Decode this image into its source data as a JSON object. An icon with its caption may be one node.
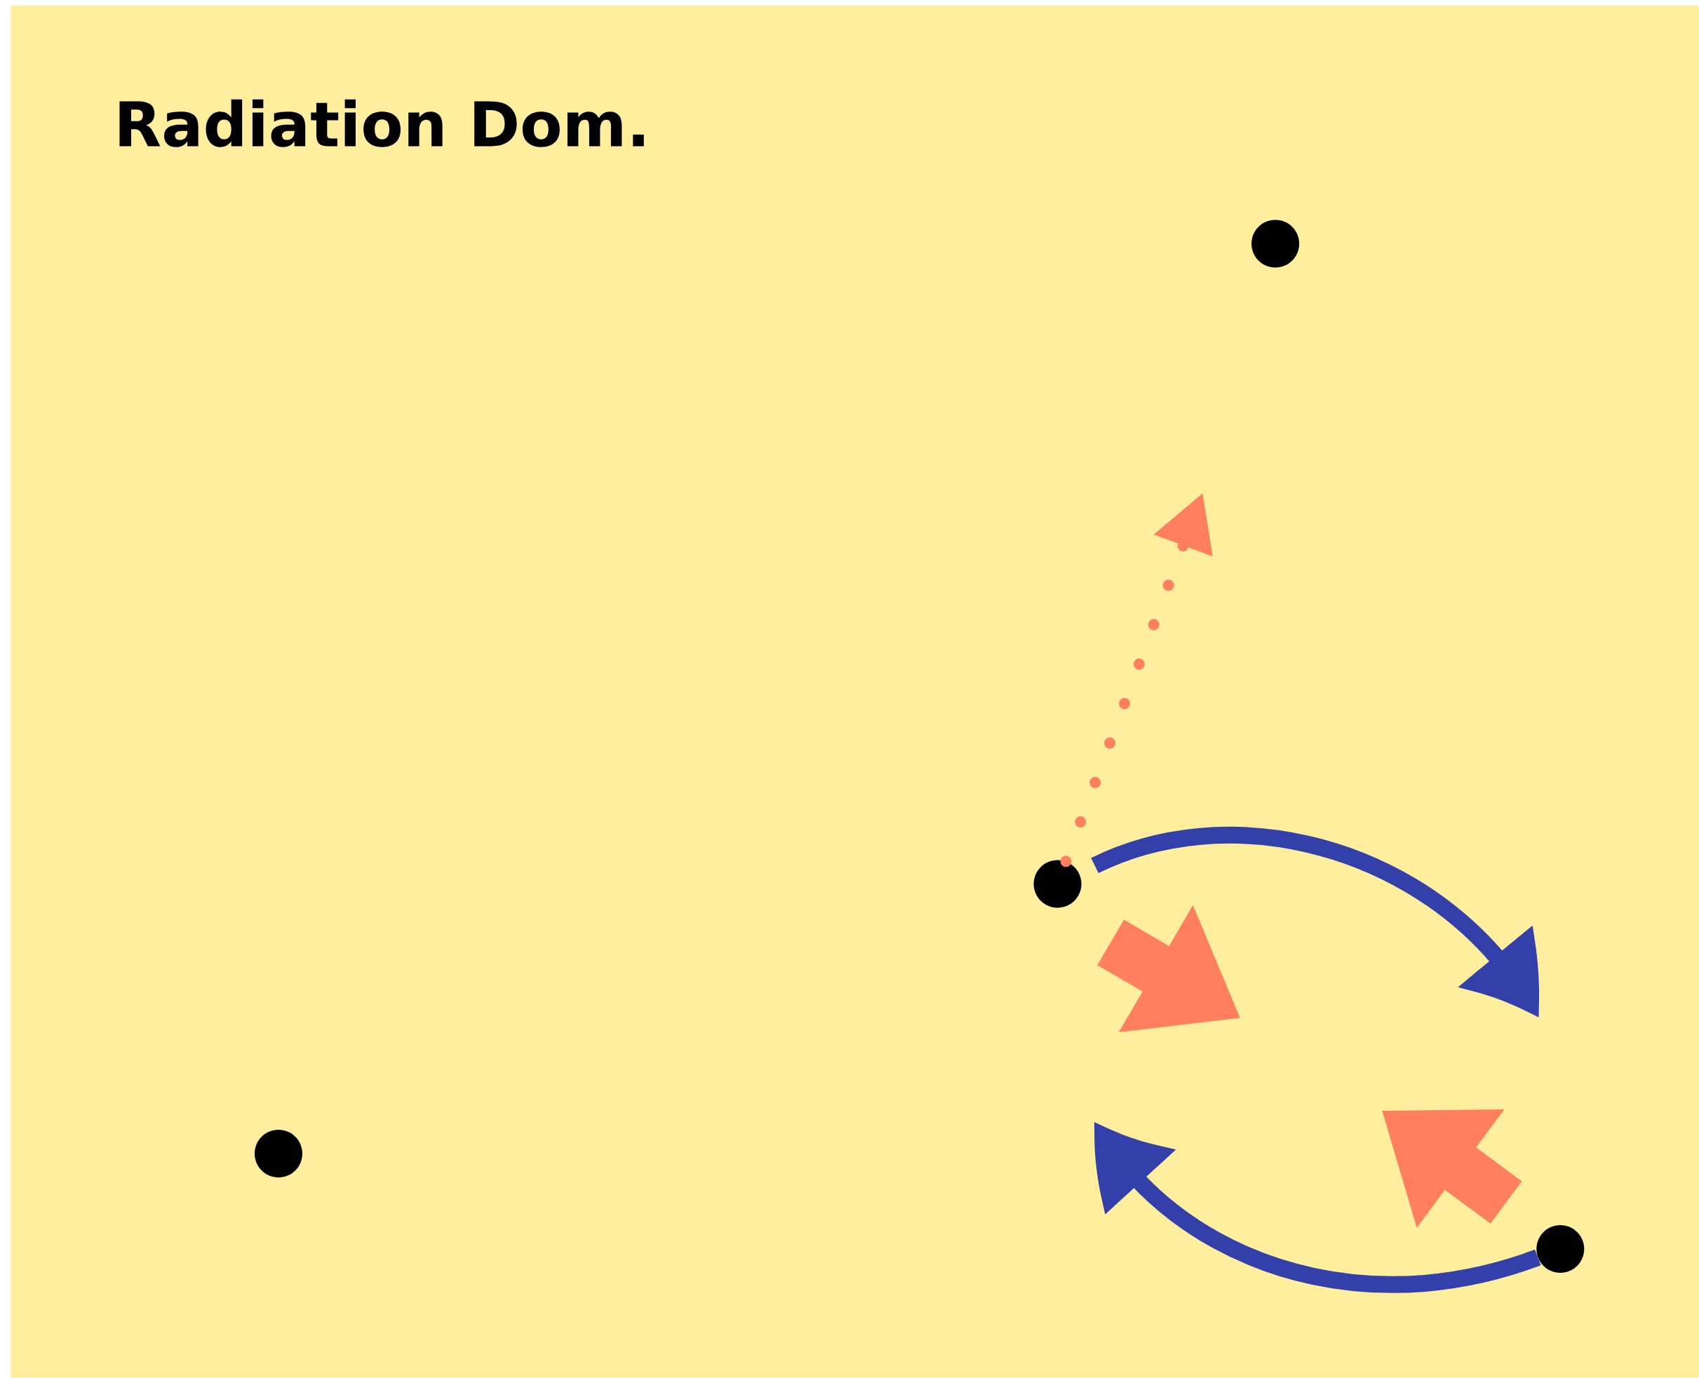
{
  "diagram": {
    "title": "Radiation Dom.",
    "nodes": [
      {
        "text": [],
        "shape": "circle"
      },
      {
        "text": [],
        "shape": "circle"
      },
      {
        "text": [],
        "shape": "circle"
      },
      {
        "text": [],
        "shape": "circle"
      }
    ],
    "edges": [
      {
        "from": 1,
        "to": null,
        "arrow": "to",
        "style": "dashed",
        "color": "#ff7f5e"
      },
      {
        "from": 1,
        "to": null,
        "arrow": "to"
      },
      {
        "from": 3,
        "to": null,
        "arrow": "to"
      }
    ]
  }
}
